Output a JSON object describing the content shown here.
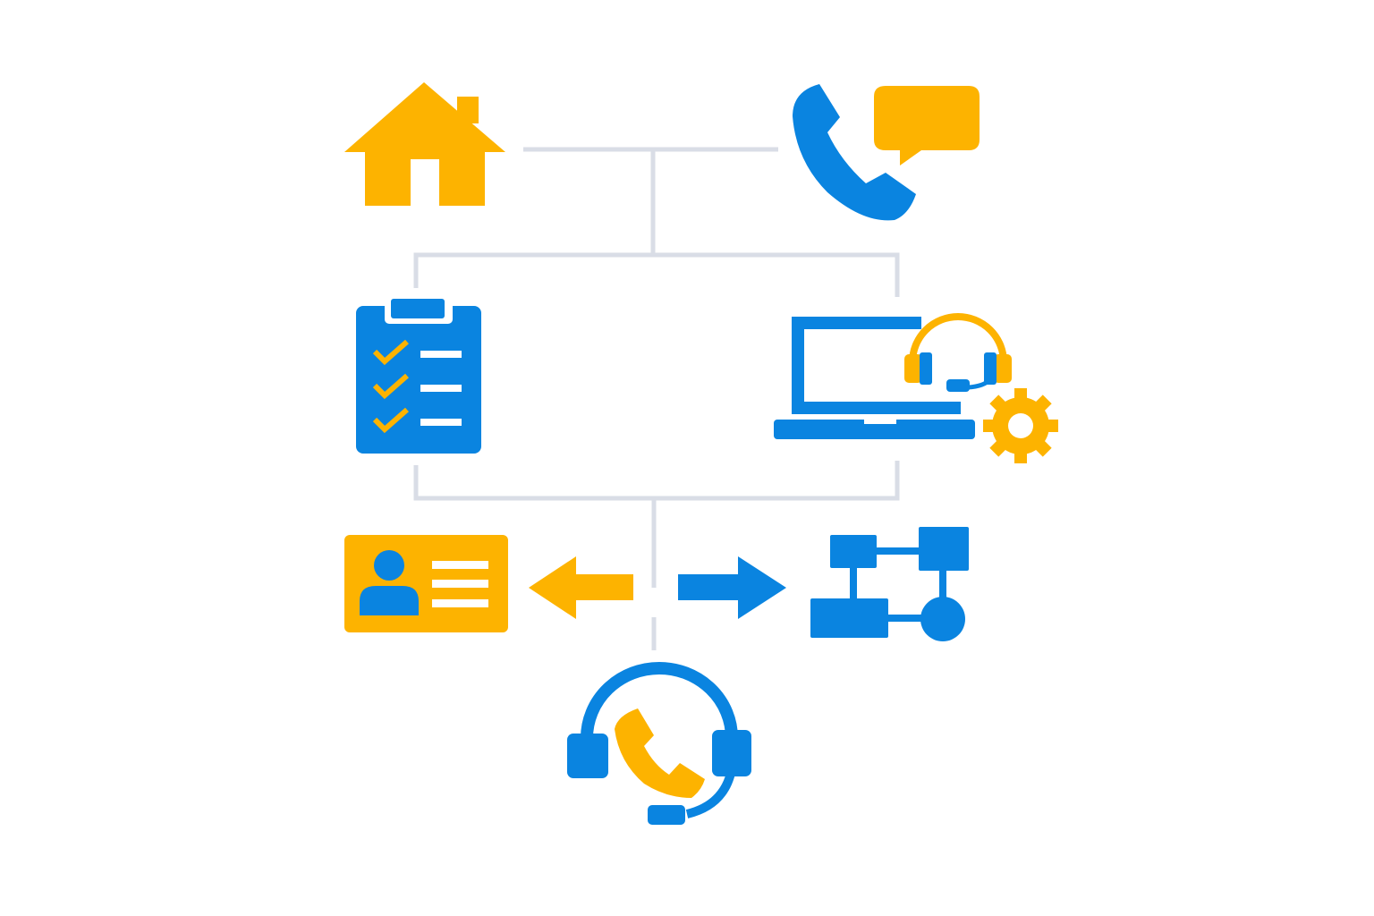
{
  "colors": {
    "primary_blue": "#0A84E0",
    "accent_orange": "#FDB300",
    "connector_gray": "#D9DDE6",
    "background": "#FFFFFF"
  },
  "nodes": [
    {
      "id": "home",
      "icon": "house-icon"
    },
    {
      "id": "contact",
      "icon": "phone-chat-icon"
    },
    {
      "id": "checklist",
      "icon": "clipboard-checklist-icon"
    },
    {
      "id": "remote-support",
      "icon": "laptop-headset-gear-icon"
    },
    {
      "id": "customer-profile",
      "icon": "id-card-icon"
    },
    {
      "id": "exchange",
      "icon": "bidirectional-arrows-icon"
    },
    {
      "id": "workflow",
      "icon": "flowchart-icon"
    },
    {
      "id": "support-center",
      "icon": "headset-phone-icon"
    }
  ]
}
